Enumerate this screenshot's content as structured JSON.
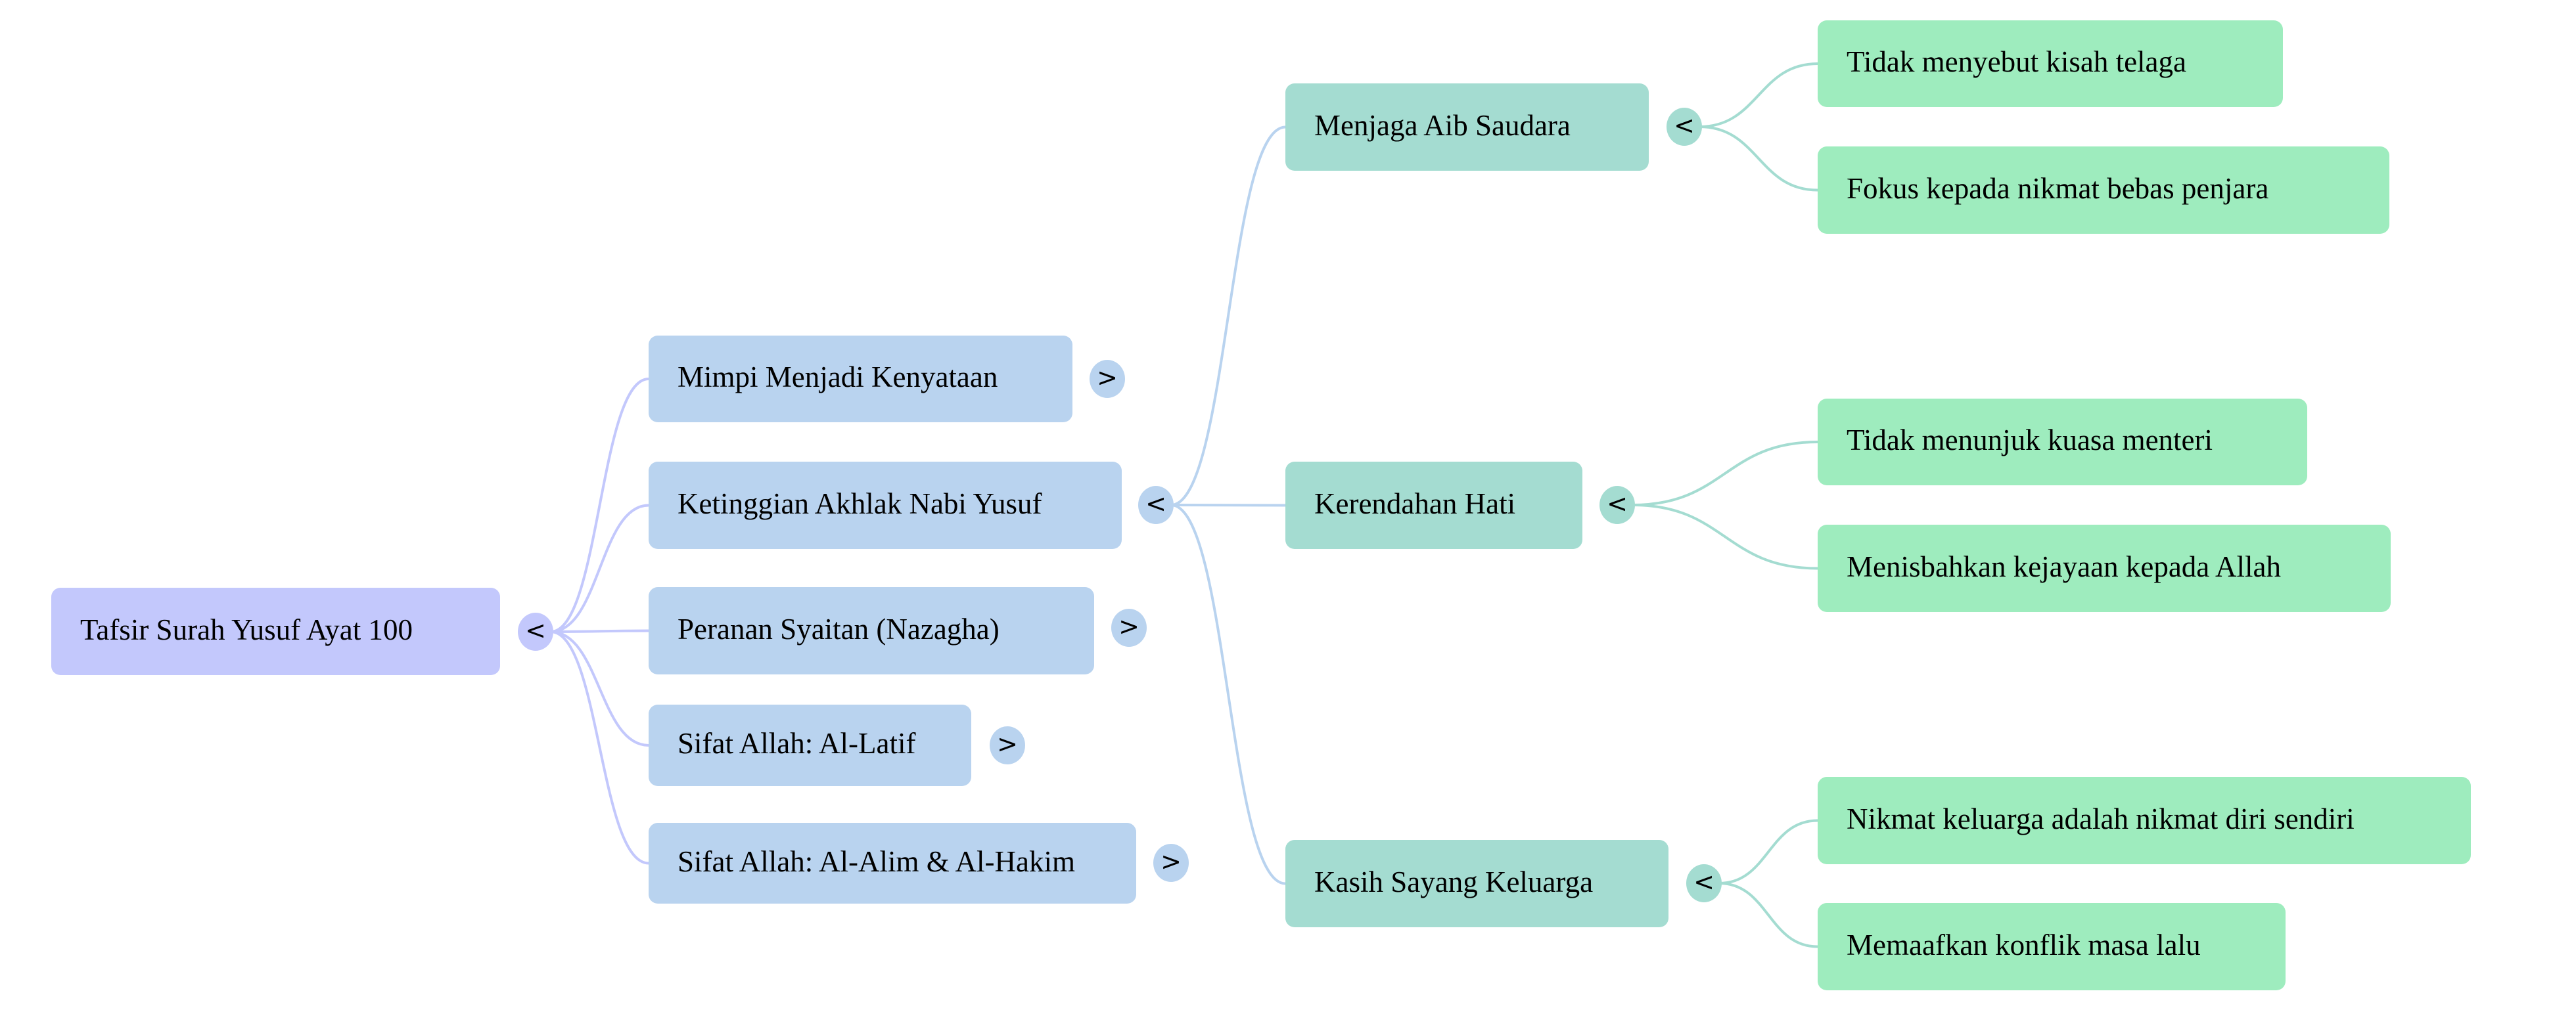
{
  "mindmap": {
    "title": "Tafsir Surah Yusuf Ayat 100",
    "colors": {
      "level0": "#c3c8fc",
      "level1": "#b9d3ef",
      "level2": "#a4dcd1",
      "level3": "#9eecbe"
    },
    "root": {
      "label": "Tafsir Surah Yusuf Ayat 100",
      "toggle": "<",
      "expanded": true
    },
    "branches": [
      {
        "label": "Mimpi Menjadi Kenyataan",
        "toggle": ">",
        "expanded": false
      },
      {
        "label": "Ketinggian Akhlak Nabi Yusuf",
        "toggle": "<",
        "expanded": true,
        "children": [
          {
            "label": "Menjaga Aib Saudara",
            "toggle": "<",
            "expanded": true,
            "children": [
              {
                "label": "Tidak menyebut kisah telaga"
              },
              {
                "label": "Fokus kepada nikmat bebas penjara"
              }
            ]
          },
          {
            "label": "Kerendahan Hati",
            "toggle": "<",
            "expanded": true,
            "children": [
              {
                "label": "Tidak menunjuk kuasa menteri"
              },
              {
                "label": "Menisbahkan kejayaan kepada Allah"
              }
            ]
          },
          {
            "label": "Kasih Sayang Keluarga",
            "toggle": "<",
            "expanded": true,
            "children": [
              {
                "label": "Nikmat keluarga adalah nikmat diri sendiri"
              },
              {
                "label": "Memaafkan konflik masa lalu"
              }
            ]
          }
        ]
      },
      {
        "label": "Peranan Syaitan (Nazagha)",
        "toggle": ">",
        "expanded": false
      },
      {
        "label": "Sifat Allah: Al-Latif",
        "toggle": ">",
        "expanded": false
      },
      {
        "label": "Sifat Allah: Al-Alim & Al-Hakim",
        "toggle": ">",
        "expanded": false
      }
    ]
  }
}
